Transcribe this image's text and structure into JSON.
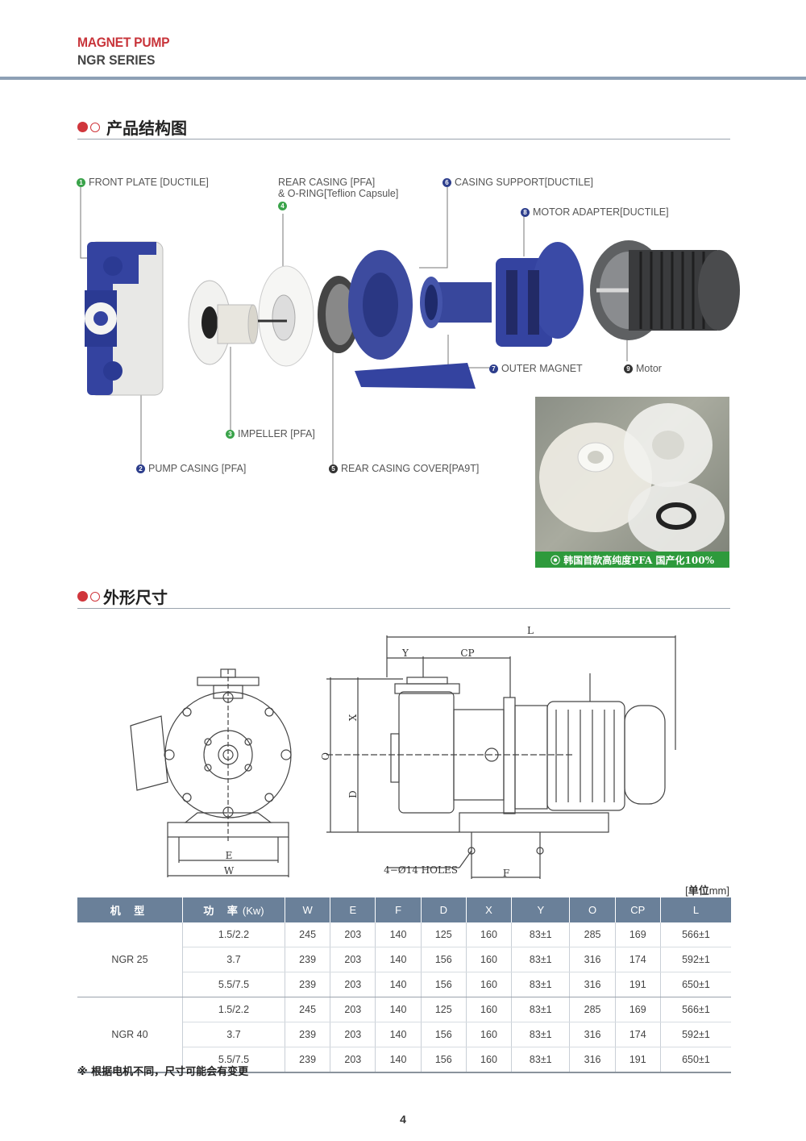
{
  "header": {
    "line1": "MAGNET PUMP",
    "line2": "NGR SERIES"
  },
  "section1": {
    "title": "产品结构图"
  },
  "section2": {
    "title": "外形尺寸"
  },
  "parts": [
    {
      "n": "1",
      "label": "FRONT PLATE [DUCTILE]",
      "color": "#3aa34a"
    },
    {
      "n": "2",
      "label": "PUMP CASING [PFA]",
      "color": "#2d3e8c"
    },
    {
      "n": "3",
      "label": "IMPELLER [PFA]",
      "color": "#3aa34a"
    },
    {
      "n": "4",
      "label": "REAR CASING [PFA]",
      "label2": "& O-RING[Teflion Capsule]",
      "color": "#3aa34a"
    },
    {
      "n": "5",
      "label": "REAR CASING COVER[PA9T]",
      "color": "#333333"
    },
    {
      "n": "6",
      "label": "CASING SUPPORT[DUCTILE]",
      "color": "#2d3e8c"
    },
    {
      "n": "7",
      "label": "OUTER MAGNET",
      "color": "#2d3e8c"
    },
    {
      "n": "8",
      "label": "MOTOR ADAPTER[DUCTILE]",
      "color": "#2d3e8c"
    },
    {
      "n": "9",
      "label": "Motor",
      "color": "#333333"
    }
  ],
  "photo_caption": "⦿ 韩国首款高纯度PFA  国产化100%",
  "drawing": {
    "labels": {
      "L": "L",
      "Y": "Y",
      "CP": "CP",
      "X": "X",
      "O": "O",
      "D": "D",
      "E": "E",
      "W": "W",
      "F": "F",
      "holes": "4−Ø14 HOLES"
    }
  },
  "unit": {
    "cn": "单位",
    "en": "mm",
    "open": "[",
    "close": "]"
  },
  "table": {
    "headers": [
      "机 型",
      "功 率",
      "(Kw)",
      "W",
      "E",
      "F",
      "D",
      "X",
      "Y",
      "O",
      "CP",
      "L"
    ],
    "groups": [
      {
        "model": "NGR 25",
        "rows": [
          [
            "1.5/2.2",
            "245",
            "203",
            "140",
            "125",
            "160",
            "83±1",
            "285",
            "169",
            "566±1"
          ],
          [
            "3.7",
            "239",
            "203",
            "140",
            "156",
            "160",
            "83±1",
            "316",
            "174",
            "592±1"
          ],
          [
            "5.5/7.5",
            "239",
            "203",
            "140",
            "156",
            "160",
            "83±1",
            "316",
            "191",
            "650±1"
          ]
        ]
      },
      {
        "model": "NGR 40",
        "rows": [
          [
            "1.5/2.2",
            "245",
            "203",
            "140",
            "125",
            "160",
            "83±1",
            "285",
            "169",
            "566±1"
          ],
          [
            "3.7",
            "239",
            "203",
            "140",
            "156",
            "160",
            "83±1",
            "316",
            "174",
            "592±1"
          ],
          [
            "5.5/7.5",
            "239",
            "203",
            "140",
            "156",
            "160",
            "83±1",
            "316",
            "191",
            "650±1"
          ]
        ]
      }
    ]
  },
  "note": "※ 根据电机不同，尺寸可能会有变更",
  "page_number": "4"
}
